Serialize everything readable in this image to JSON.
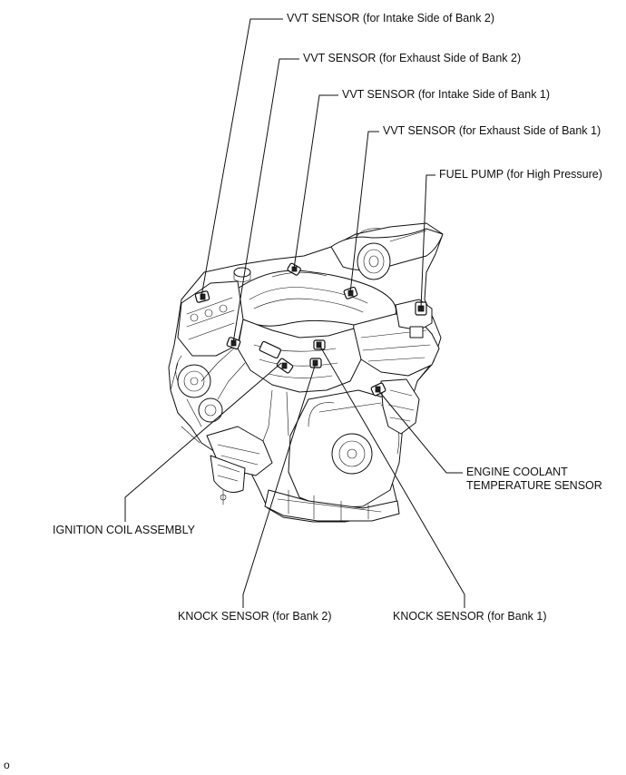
{
  "labels": {
    "vvt_intake_bank2": "VVT SENSOR (for Intake Side of Bank 2)",
    "vvt_exhaust_bank2": "VVT SENSOR (for Exhaust Side of Bank 2)",
    "vvt_intake_bank1": "VVT SENSOR (for Intake Side of Bank 1)",
    "vvt_exhaust_bank1": "VVT SENSOR (for Exhaust Side of Bank 1)",
    "fuel_pump": "FUEL PUMP (for High Pressure)",
    "engine_coolant_line1": "ENGINE COOLANT",
    "engine_coolant_line2": "TEMPERATURE SENSOR",
    "ignition_coil": "IGNITION COIL ASSEMBLY",
    "knock_bank2": "KNOCK SENSOR (for Bank 2)",
    "knock_bank1": "KNOCK SENSOR (for Bank 1)"
  },
  "figure_id": "o"
}
